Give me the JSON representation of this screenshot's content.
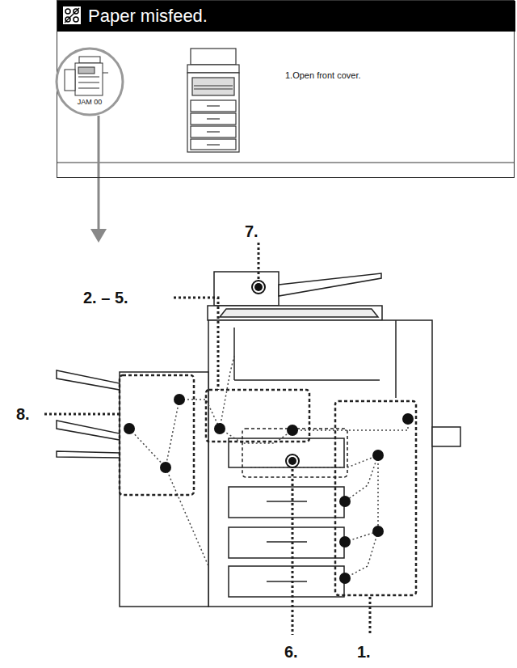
{
  "diagram": {
    "nodes": [
      {
        "text": [
          "1.Open front cover."
        ]
      },
      {
        "text": [
          "Paper misfeed."
        ],
        "in": 0
      },
      {
        "text": [
          "JAM 00"
        ],
        "in": 0
      }
    ],
    "labels": [
      "7.",
      "2. – 5.",
      "8.",
      "6.",
      "1."
    ]
  }
}
